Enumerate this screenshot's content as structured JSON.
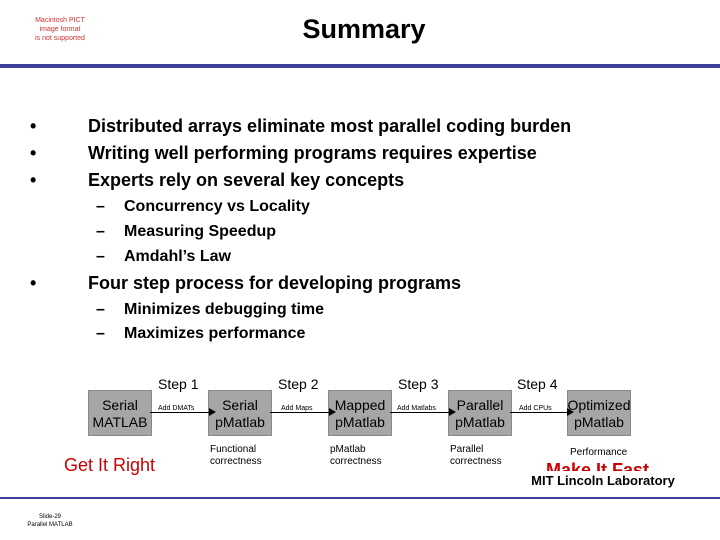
{
  "pict_note": [
    "Macintosh PICT",
    "image format",
    "is not supported"
  ],
  "title": "Summary",
  "bullets": [
    "Distributed arrays eliminate most parallel coding burden",
    "Writing well performing programs requires expertise",
    "Experts rely on several key concepts"
  ],
  "bullet_glyph": "•",
  "dash_glyph": "–",
  "concepts": [
    "Concurrency vs Locality",
    "Measuring Speedup",
    "Amdahl’s Law"
  ],
  "bullet4": "Four step process for developing programs",
  "process_benefits": [
    "Minimizes debugging time",
    "Maximizes performance"
  ],
  "steps": [
    "Step 1",
    "Step 2",
    "Step 3",
    "Step 4"
  ],
  "nodes": [
    {
      "line1": "Serial",
      "line2": "MATLAB"
    },
    {
      "line1": "Serial",
      "line2": "pMatlab"
    },
    {
      "line1": "Mapped",
      "line2": "pMatlab"
    },
    {
      "line1": "Parallel",
      "line2": "pMatlab"
    },
    {
      "line1": "Optimized",
      "line2": "pMatlab"
    }
  ],
  "actions": [
    "Add DMATs",
    "Add Maps",
    "Add Matlabs",
    "Add CPUs"
  ],
  "outcomes": [
    {
      "line1": "Functional",
      "line2": "correctness"
    },
    {
      "line1": "pMatlab",
      "line2": "correctness"
    },
    {
      "line1": "Parallel",
      "line2": "correctness"
    },
    {
      "line1": "Performance",
      "line2": ""
    }
  ],
  "get_it_right": "Get It Right",
  "make_it_fast": "Make It Fast",
  "footer": {
    "lab": "MIT Lincoln Laboratory",
    "slide_number": "Slide-29",
    "course": "Parallel MATLAB"
  },
  "colors": {
    "rule": "#3f3f9c",
    "box_fill": "#a6a6a6",
    "accent_red": "#cc0000"
  }
}
